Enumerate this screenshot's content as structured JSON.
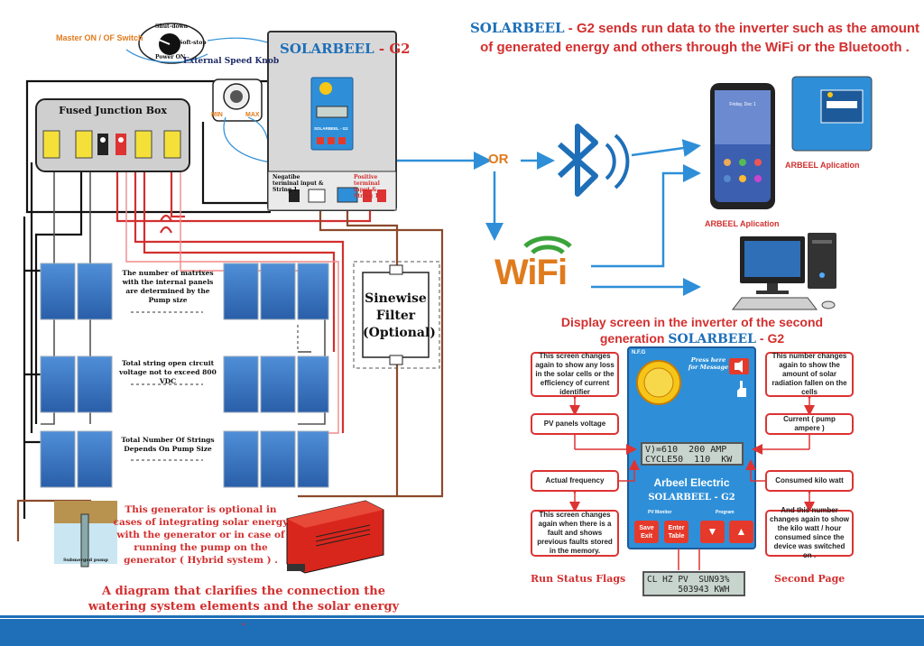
{
  "colors": {
    "red": "#d32f2f",
    "blue": "#1e6fb8",
    "navy": "#1d2a66",
    "orange": "#e07b1d",
    "inverter_blue": "#2e8fd8"
  },
  "top": {
    "master_switch_label": "Master ON / OF Switch",
    "knob_positions": {
      "shutdown": "Shut-down",
      "softstop": "Soft-stop",
      "poweron": "Power ON"
    },
    "speed_knob_label": "External Speed Knob",
    "min_label": "MIN",
    "max_label": "MAX"
  },
  "inverter": {
    "brand_solar": "SOLARBEEL",
    "brand_suffix": " - G2",
    "mini_label": "SOLARBEEL - G2",
    "neg_terminal": "Negatibe terminal input & String 1",
    "pos_terminal": "Positive terminal input & String 1"
  },
  "junction_box": {
    "title": "Fused Junction Box"
  },
  "panels": {
    "note1": "The number of matrixes with the internal panels are determined by the Pump size",
    "note2": "Total string open circuit voltage not to exceed 800 VDC",
    "note3": "Total Number Of Strings Depends On Pump Size"
  },
  "filter": {
    "line1": "Sinewise",
    "line2": "Filter",
    "line3": "(Optional)"
  },
  "generator": {
    "note": "This generator is optional in cases of integrating solar energy with the generator or in case of running the pump on the generator ( Hybrid system ) .",
    "well_label": "Submerged pump"
  },
  "caption": "A diagram that clarifies the connection the watering system elements and the solar energy .",
  "headline": {
    "brand": "SOLARBEEL",
    "text": " - G2 sends run data to the inverter such as the amount of generated energy and others through the WiFi or the Bluetooth ."
  },
  "comm": {
    "or_label": "OR",
    "wifi_label": "WiFi",
    "app_label_phone": "ARBEEL Aplication",
    "app_label_tablet": "ARBEEL Aplication",
    "phone_date": "Friday, Dec 1"
  },
  "display_title": {
    "line1": "Display screen in the inverter of the second",
    "line2_prefix": "generation ",
    "brand": "SOLARBEEL",
    "line2_suffix": " - G2"
  },
  "panel_screen": {
    "nfg": "N.F.G",
    "press_line1": "Press here",
    "press_line2": "for Message",
    "lcd_line1": "V)=610  200 AMP",
    "lcd_line2": "CYCLE50  110  KW",
    "company": "Arbeel Electric",
    "model": "SOLARBEEL - G2",
    "pv_monitor": "PV Monitor",
    "program": "Program",
    "save_exit": "Save Exit",
    "enter_table": "Enter Table"
  },
  "callouts": {
    "loss": "This screen changes again to show any loss in the solar cells or the efficiency of current identifier",
    "pv_voltage": "PV panels voltage",
    "frequency": "Actual frequency",
    "fault": "This screen changes again when there is a fault and shows previous faults stored in the memory.",
    "radiation": "This number changes again to show the amount of solar radiation fallen on the cells",
    "current": "Current ( pump ampere )",
    "kw": "Consumed kilo watt",
    "kwh": "And this number changes again to show the kilo watt / hour consumed since the device was switched on ."
  },
  "bottom": {
    "run_status": "Run Status Flags",
    "second_page": "Second Page",
    "lcd2_line1": "CL HZ PV  SUN93%",
    "lcd2_line2": "      503943 KWH"
  }
}
